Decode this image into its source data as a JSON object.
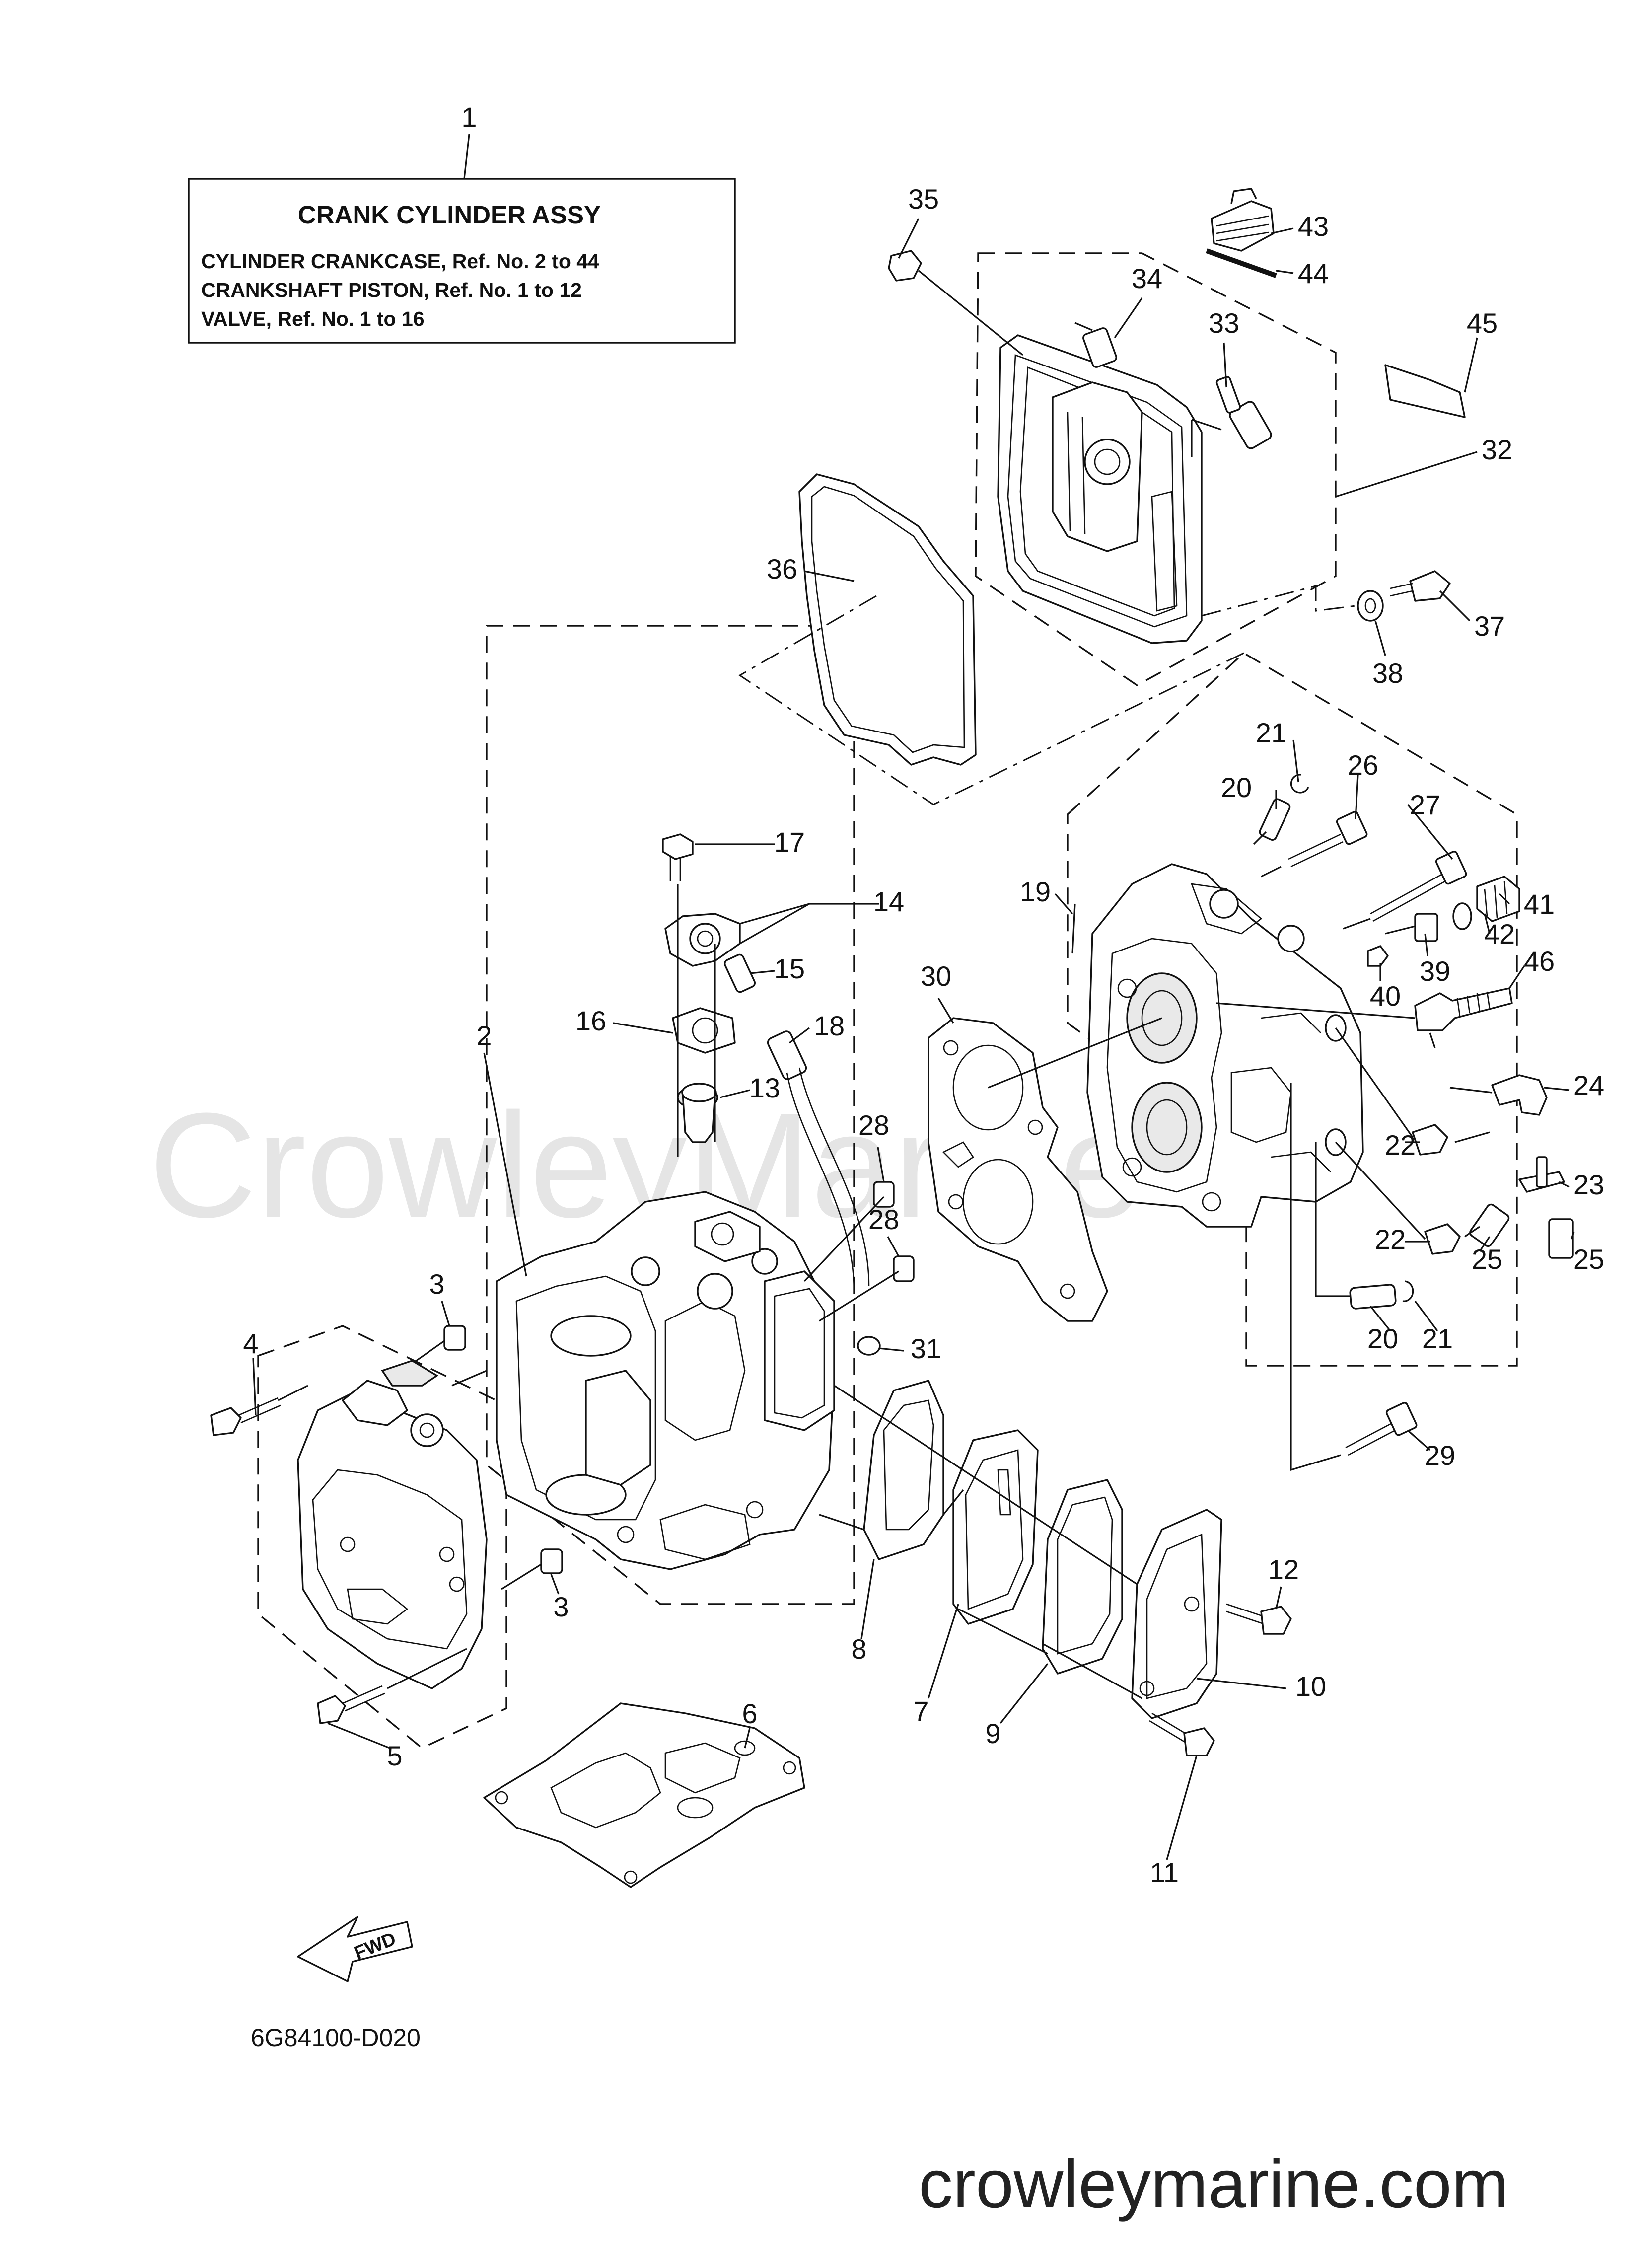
{
  "title_box": {
    "heading": "CRANK CYLINDER ASSY",
    "lines": [
      "CYLINDER CRANKCASE, Ref. No. 2 to 44",
      "CRANKSHAFT PISTON, Ref. No. 1 to 12",
      "VALVE, Ref. No. 1 to 16"
    ]
  },
  "callouts": [
    {
      "id": "c1",
      "label": "1"
    },
    {
      "id": "c2",
      "label": "2"
    },
    {
      "id": "c3a",
      "label": "3"
    },
    {
      "id": "c3b",
      "label": "3"
    },
    {
      "id": "c4",
      "label": "4"
    },
    {
      "id": "c5",
      "label": "5"
    },
    {
      "id": "c6",
      "label": "6"
    },
    {
      "id": "c7",
      "label": "7"
    },
    {
      "id": "c8",
      "label": "8"
    },
    {
      "id": "c9",
      "label": "9"
    },
    {
      "id": "c10",
      "label": "10"
    },
    {
      "id": "c11",
      "label": "11"
    },
    {
      "id": "c12",
      "label": "12"
    },
    {
      "id": "c13",
      "label": "13"
    },
    {
      "id": "c14",
      "label": "14"
    },
    {
      "id": "c15",
      "label": "15"
    },
    {
      "id": "c16",
      "label": "16"
    },
    {
      "id": "c17",
      "label": "17"
    },
    {
      "id": "c18",
      "label": "18"
    },
    {
      "id": "c19",
      "label": "19"
    },
    {
      "id": "c20a",
      "label": "20"
    },
    {
      "id": "c20b",
      "label": "20"
    },
    {
      "id": "c21a",
      "label": "21"
    },
    {
      "id": "c21b",
      "label": "21"
    },
    {
      "id": "c22a",
      "label": "22"
    },
    {
      "id": "c22b",
      "label": "22"
    },
    {
      "id": "c23",
      "label": "23"
    },
    {
      "id": "c24",
      "label": "24"
    },
    {
      "id": "c25a",
      "label": "25"
    },
    {
      "id": "c25b",
      "label": "25"
    },
    {
      "id": "c26",
      "label": "26"
    },
    {
      "id": "c27",
      "label": "27"
    },
    {
      "id": "c28a",
      "label": "28"
    },
    {
      "id": "c28b",
      "label": "28"
    },
    {
      "id": "c29",
      "label": "29"
    },
    {
      "id": "c30",
      "label": "30"
    },
    {
      "id": "c31",
      "label": "31"
    },
    {
      "id": "c32",
      "label": "32"
    },
    {
      "id": "c33",
      "label": "33"
    },
    {
      "id": "c34",
      "label": "34"
    },
    {
      "id": "c35",
      "label": "35"
    },
    {
      "id": "c36",
      "label": "36"
    },
    {
      "id": "c37",
      "label": "37"
    },
    {
      "id": "c38",
      "label": "38"
    },
    {
      "id": "c39",
      "label": "39"
    },
    {
      "id": "c40",
      "label": "40"
    },
    {
      "id": "c41",
      "label": "41"
    },
    {
      "id": "c42",
      "label": "42"
    },
    {
      "id": "c43",
      "label": "43"
    },
    {
      "id": "c44",
      "label": "44"
    },
    {
      "id": "c45",
      "label": "45"
    },
    {
      "id": "c46",
      "label": "46"
    }
  ],
  "fwd_label": "FWD",
  "diagram_code": "6G84100-D020",
  "watermark": "CrowleyMarine",
  "site_url": "crowleymarine.com",
  "colors": {
    "ink": "#111111",
    "paper": "#ffffff",
    "watermark": "#e5e5e5"
  }
}
